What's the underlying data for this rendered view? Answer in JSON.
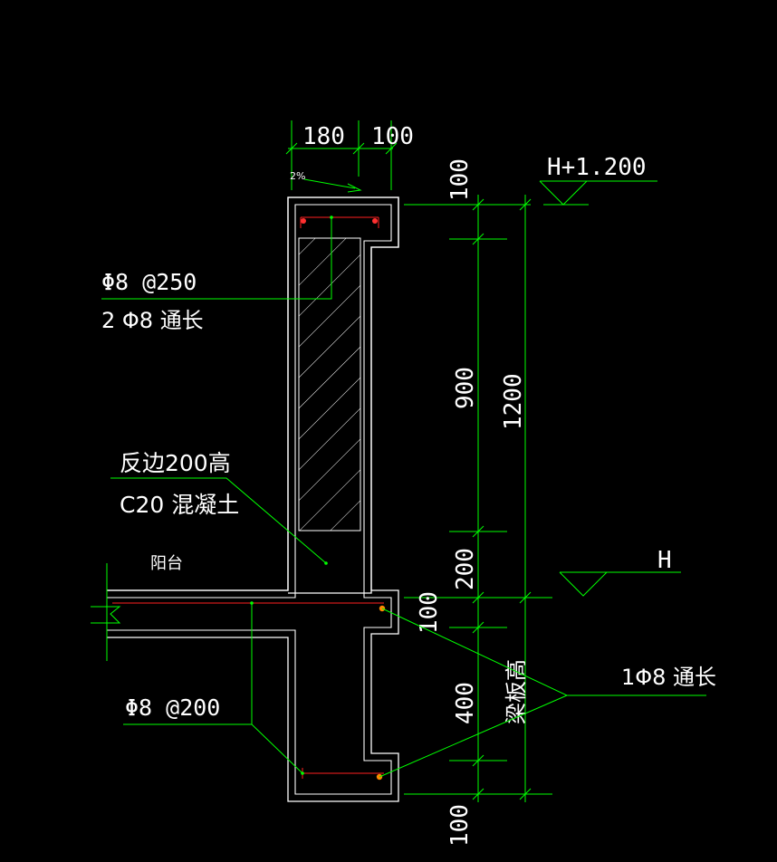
{
  "colors": {
    "background": "#000000",
    "outline": "#ffffff",
    "leader": "#00ff00",
    "rebar": "#ff2020",
    "rebar_dot": "#ff3030",
    "corner_bar": "#ff8800"
  },
  "dimensions": {
    "top_width_1": "180",
    "top_width_2": "100",
    "top_slab": "100",
    "rail_height": "900",
    "upturn": "200",
    "slab": "100",
    "beam_depth": "400",
    "bottom": "100",
    "total": "1200"
  },
  "slope_label": "2%",
  "elevations": {
    "top": "H+1.200",
    "floor": "H"
  },
  "labels": {
    "top_stirrup": "Φ8 @250",
    "top_long_bars": "2 Φ8 通长",
    "upturn_note_1": "反边200高",
    "upturn_note_2": "C20 混凝土",
    "balcony": "阳台",
    "slab_rebar": "Φ8 @200",
    "corner_bars": "1Φ8 通长",
    "beam_depth_label": "梁板高"
  }
}
